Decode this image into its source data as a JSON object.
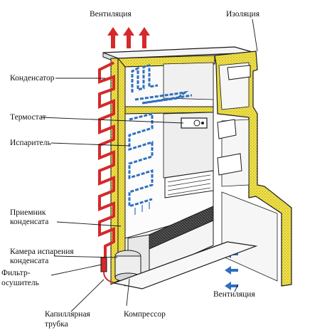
{
  "labels": {
    "ventilation_top": "Вентиляция",
    "insulation": "Изоляция",
    "condenser": "Конденсатор",
    "thermostat": "Термостат",
    "evaporator": "Испаритель",
    "condensate_receiver_1": "Приемник",
    "condensate_receiver_2": "конденсата",
    "evap_chamber_1": "Камера испарения",
    "evap_chamber_2": "конденсата",
    "filter_dryer_1": "Фильтр-",
    "filter_dryer_2": "осушитель",
    "capillary_1": "Капиллярная",
    "capillary_2": "трубка",
    "compressor": "Компрессор",
    "ventilation_bottom": "Вентиляция"
  },
  "colors": {
    "insulation_fill": "#f2e34a",
    "condenser_pipe": "#d42a2a",
    "evaporator_pipe": "#2f6fc0",
    "arrow_red": "#d42a2a",
    "arrow_blue": "#2f6fc0",
    "outline": "#1a1a1a"
  }
}
